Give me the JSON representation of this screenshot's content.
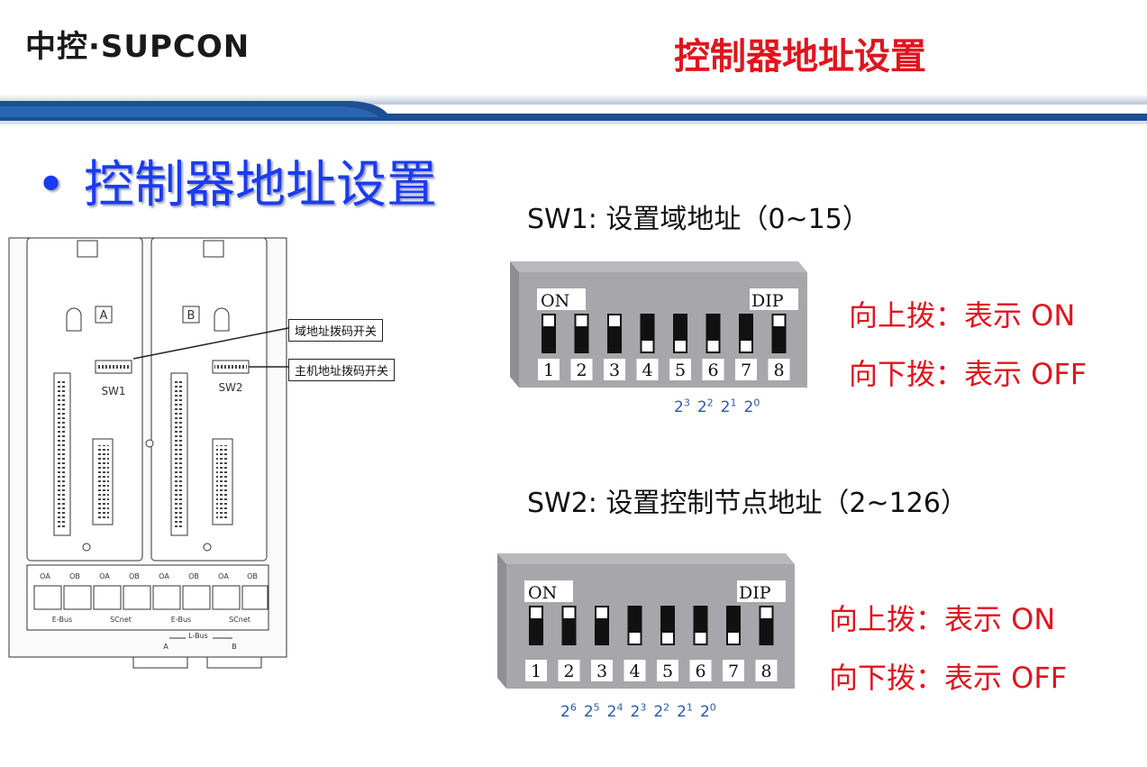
{
  "header": {
    "logo": "中控·SUPCON",
    "title": "控制器地址设置"
  },
  "bullet": {
    "dot": "•",
    "text": "控制器地址设置"
  },
  "device": {
    "slot_a": "A",
    "slot_b": "B",
    "sw1_label": "SW1",
    "sw2_label": "SW2",
    "callout_1": "域地址拨码开关",
    "callout_2": "主机地址拨码开关",
    "port_labels": [
      "OA",
      "OB",
      "OA",
      "OB",
      "OA",
      "OB",
      "OA",
      "OB"
    ],
    "bus_labels": [
      "E-Bus",
      "SCnet",
      "E-Bus",
      "SCnet"
    ],
    "lbus_label": "L-Bus",
    "lbus_a": "A",
    "lbus_b": "B"
  },
  "sw1": {
    "title": "SW1:   设置域地址（0~15）",
    "on_label": "ON",
    "dip_label": "DIP",
    "numbers": [
      "1",
      "2",
      "3",
      "4",
      "5",
      "6",
      "7",
      "8"
    ],
    "positions": [
      "up",
      "up",
      "up",
      "down",
      "down",
      "down",
      "down",
      "up"
    ],
    "powers": [
      "3",
      "2",
      "1",
      "0"
    ],
    "note_up": "向上拨：表示 ON",
    "note_down": "向下拨：表示 OFF"
  },
  "sw2": {
    "title": "SW2:   设置控制节点地址（2~126）",
    "on_label": "ON",
    "dip_label": "DIP",
    "numbers": [
      "1",
      "2",
      "3",
      "4",
      "5",
      "6",
      "7",
      "8"
    ],
    "positions": [
      "up",
      "up",
      "up",
      "down",
      "down",
      "down",
      "down",
      "up"
    ],
    "powers": [
      "6",
      "5",
      "4",
      "3",
      "2",
      "1",
      "0"
    ],
    "note_up": "向上拨：表示 ON",
    "note_down": "向下拨：表示 OFF"
  },
  "colors": {
    "accent_red": "#e0141e",
    "bullet_blue": "#1a3cf0",
    "band_blue": "#1d4f93"
  }
}
